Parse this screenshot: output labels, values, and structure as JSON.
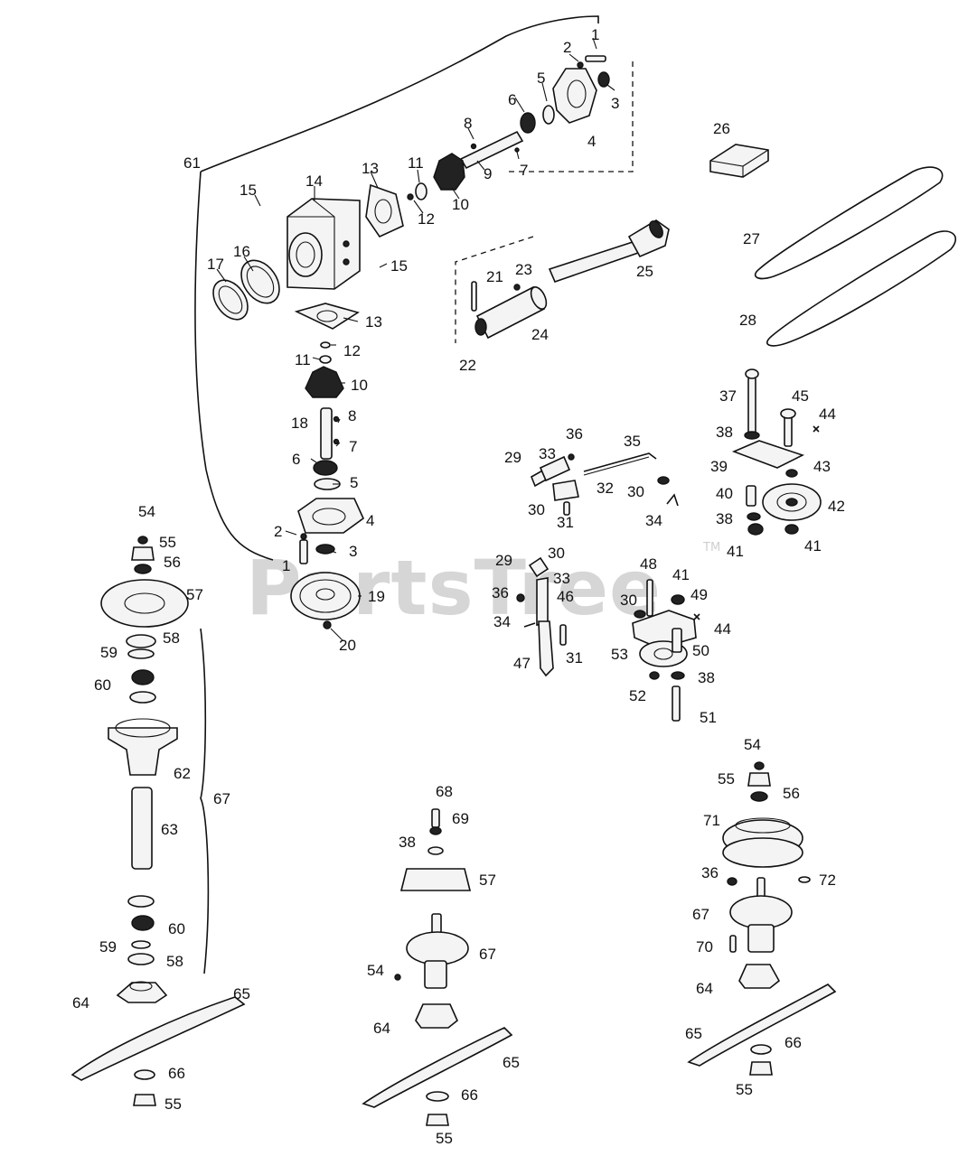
{
  "watermark": {
    "text": "PartsTree",
    "trademark": "TM"
  },
  "labels": [
    "1",
    "2",
    "3",
    "4",
    "5",
    "6",
    "7",
    "8",
    "9",
    "10",
    "11",
    "12",
    "13",
    "14",
    "15",
    "16",
    "17",
    "18",
    "19",
    "20",
    "21",
    "22",
    "23",
    "24",
    "25",
    "26",
    "27",
    "28",
    "29",
    "30",
    "31",
    "32",
    "33",
    "34",
    "35",
    "36",
    "37",
    "38",
    "39",
    "40",
    "41",
    "42",
    "43",
    "44",
    "45",
    "46",
    "47",
    "48",
    "49",
    "50",
    "51",
    "52",
    "53",
    "54",
    "55",
    "56",
    "57",
    "58",
    "59",
    "60",
    "61",
    "62",
    "63",
    "64",
    "65",
    "66",
    "67",
    "68",
    "69",
    "70",
    "71",
    "72"
  ]
}
